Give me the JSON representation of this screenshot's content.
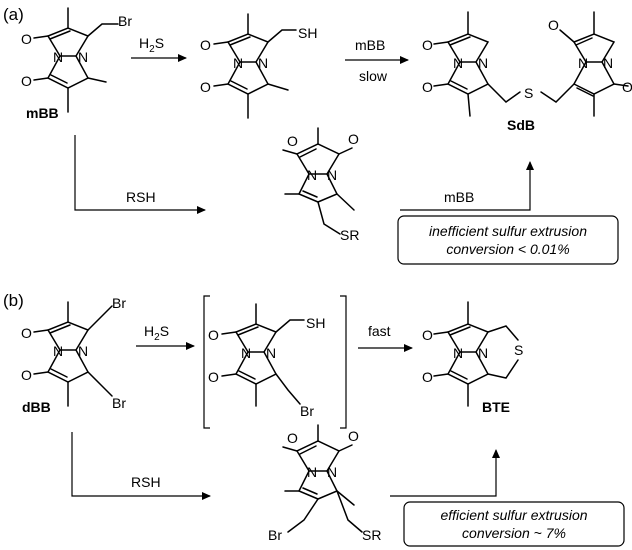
{
  "panels": {
    "a": "(a)",
    "b": "(b)"
  },
  "atoms": {
    "O": "O",
    "N": "N",
    "S": "S",
    "Br": "Br",
    "SH": "SH",
    "SR": "SR"
  },
  "compounds": {
    "mBB": "mBB",
    "SdB": "SdB",
    "dBB": "dBB",
    "BTE": "BTE"
  },
  "reagents": {
    "h2s_H": "H",
    "h2s_sub": "2",
    "h2s_S": "S",
    "mBB": "mBB",
    "slow": "slow",
    "fast": "fast",
    "RSH": "RSH"
  },
  "notes": {
    "a_line1": "inefficient sulfur extrusion",
    "a_line2": "conversion < 0.01%",
    "b_line1": "efficient sulfur extrusion",
    "b_line2": "conversion ~ 7%"
  }
}
